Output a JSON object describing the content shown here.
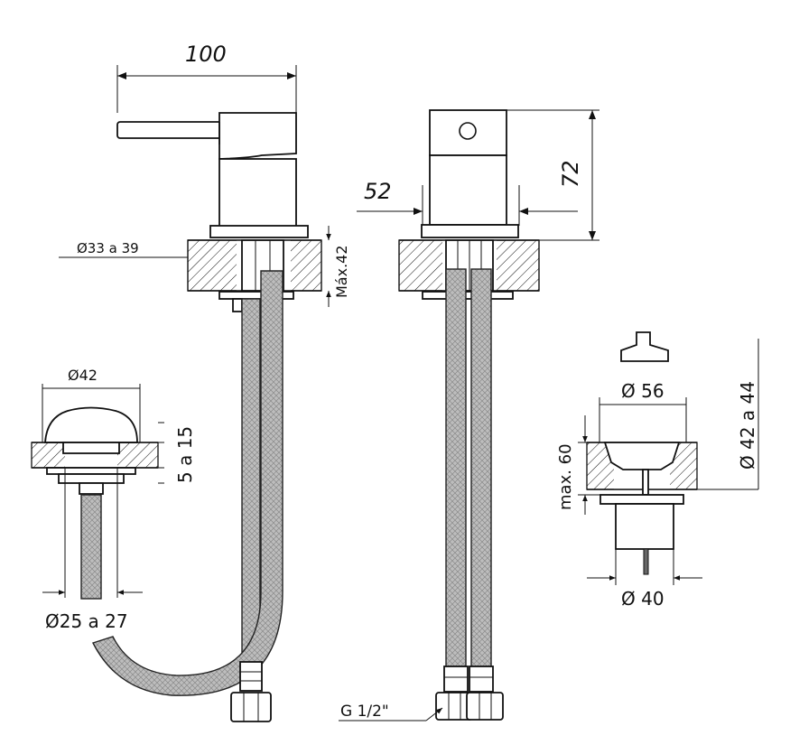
{
  "labels": {
    "width_100": "100",
    "width_52": "52",
    "height_72": "72",
    "hole_diameter": "Ø33 a 39",
    "max_thickness": "Máx.42",
    "cap_diameter": "Ø42",
    "cap_height": "5 a 15",
    "cap_hole": "Ø25 a 27",
    "thread": "G 1/2\"",
    "drain_top": "Ø 56",
    "drain_range": "Ø 42 a 44",
    "drain_max": "max. 60",
    "drain_bottom": "Ø 40"
  },
  "colors": {
    "line": "#111111",
    "hose": "#b8b8b8",
    "hatch": "#111111"
  }
}
